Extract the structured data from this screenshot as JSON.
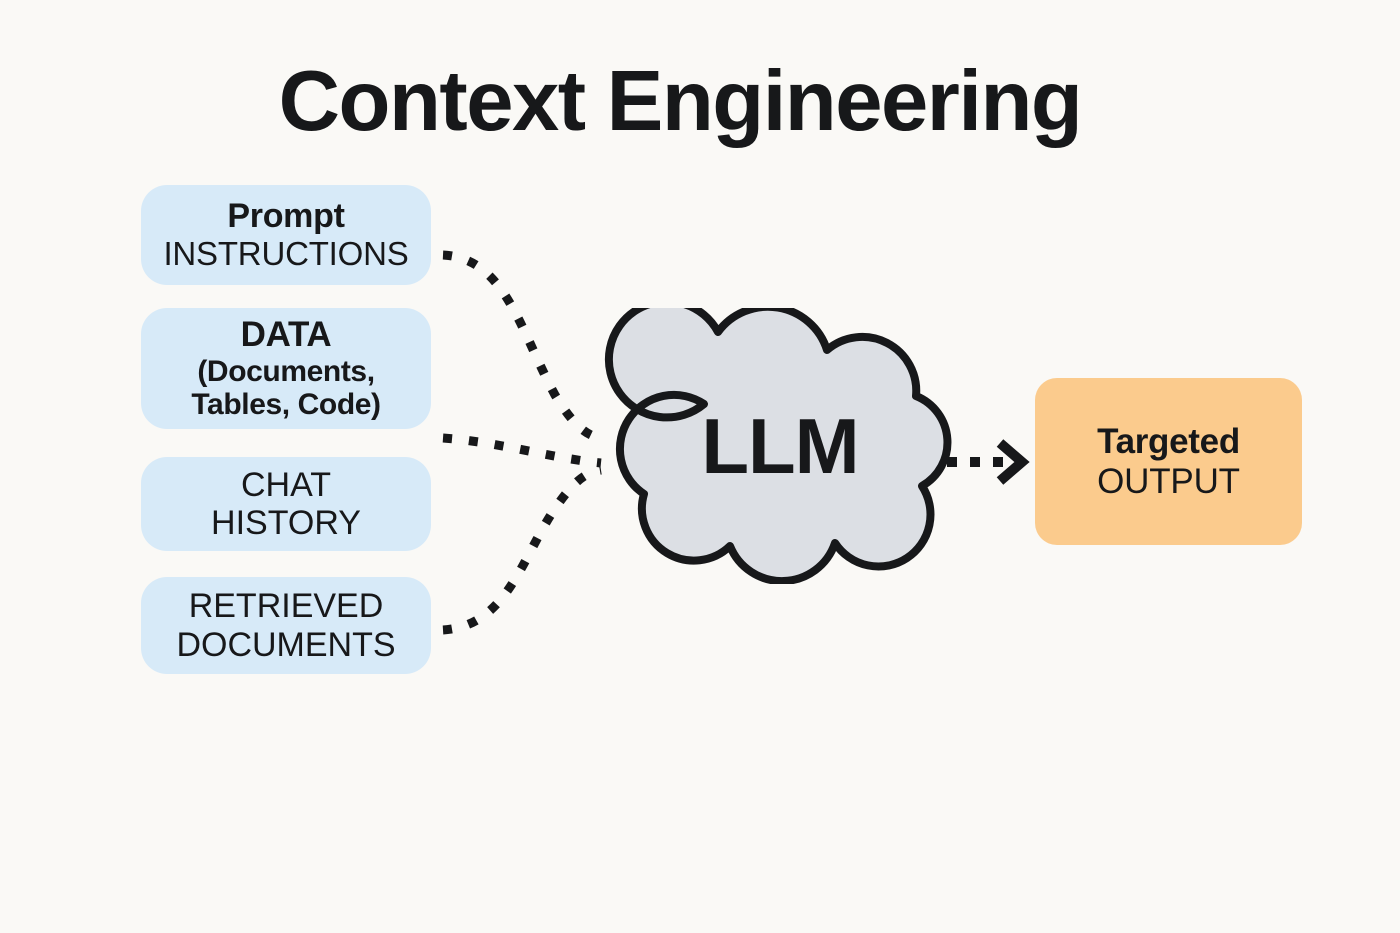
{
  "diagram": {
    "title": "Context Engineering",
    "background_color": "#faf9f6",
    "input_box_color": "#d7eaf8",
    "cloud_fill_color": "#dcdfe4",
    "cloud_stroke_color": "#17181a",
    "output_box_color": "#fbcb8d",
    "text_color": "#17181a"
  },
  "inputs": [
    {
      "id": "prompt",
      "line1": "Prompt",
      "line2": "INSTRUCTIONS",
      "connected": true
    },
    {
      "id": "data",
      "line1": "DATA",
      "line2": "(Documents,",
      "line3": "Tables, Code)",
      "connected": true
    },
    {
      "id": "chat-history",
      "line1": "CHAT",
      "line2": "HISTORY",
      "connected": true
    },
    {
      "id": "retrieved-documents",
      "line1": "RETRIEVED",
      "line2": "DOCUMENTS",
      "connected": false
    }
  ],
  "model": {
    "label": "LLM",
    "shape": "cloud-icon"
  },
  "output": {
    "line1": "Targeted",
    "line2": "OUTPUT"
  },
  "connectors": {
    "style": "dotted",
    "arrowhead": "chevron-right"
  }
}
